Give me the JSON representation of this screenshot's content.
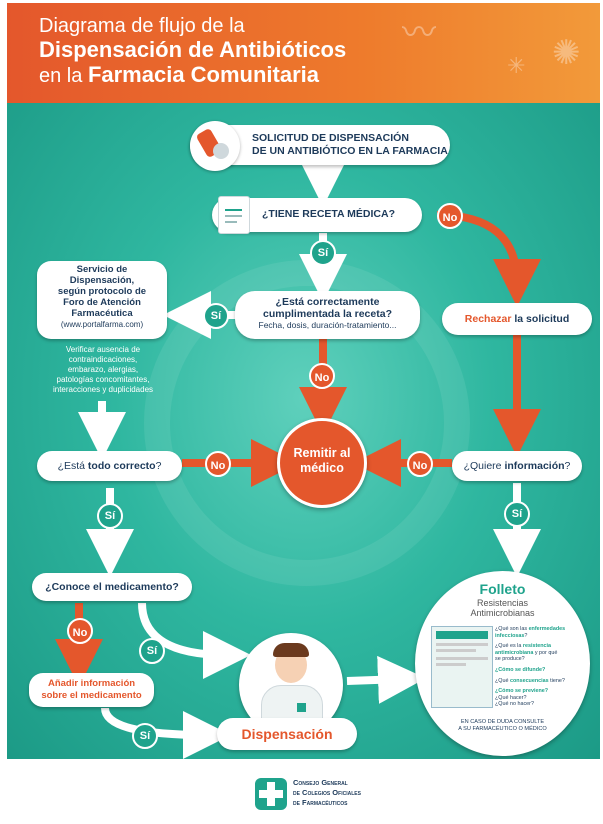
{
  "header": {
    "line1": "Diagrama de flujo de la",
    "line2": "Dispensación de Antibióticos",
    "line3_pre": "en la ",
    "line3_bold": "Farmacia Comunitaria"
  },
  "nodes": {
    "solicitud": [
      "SOLICITUD DE DISPENSACIÓN",
      "DE UN ANTIBIÓTICO EN LA FARMACIA"
    ],
    "receta": "¿TIENE RECETA MÉDICA?",
    "cumplimentada": {
      "line1": "¿Está correctamente",
      "line2": "cumplimentada la receta?",
      "sub": "Fecha, dosis, duración-tratamiento..."
    },
    "servicio": {
      "line1": "Servicio de",
      "line2": "Dispensación,",
      "line3": "según protocolo de",
      "line4": "Foro de Atención",
      "line5": "Farmacéutica",
      "url": "(www.portalfarma.com)"
    },
    "verificar": [
      "Verificar ausencia de",
      "contraindicaciones,",
      "embarazo, alergias,",
      "patologías concomitantes,",
      "interacciones y duplicidades"
    ],
    "rechazar_bold": "Rechazar",
    "rechazar_rest": " la solicitud",
    "todo_pre": "¿Está ",
    "todo_bold": "todo correcto",
    "todo_post": "?",
    "remitir": [
      "Remitir al",
      "médico"
    ],
    "info_pre": "¿Quiere ",
    "info_bold": "información",
    "info_post": "?",
    "conoce": "¿Conoce el medicamento?",
    "anadir": [
      "Añadir información",
      "sobre el medicamento"
    ],
    "dispensacion": "Dispensación"
  },
  "labels": {
    "no": "No",
    "si": "Sí"
  },
  "folleto": {
    "title": "Folleto",
    "subtitle1": "Resistencias",
    "subtitle2": "Antimicrobianas",
    "q1a": "¿Qué son las ",
    "q1b": "enfermedades",
    "q1c": "infecciosas",
    "q1d": "?",
    "q2a": "¿Qué es la ",
    "q2b": "resistencia",
    "q2c": "antimicrobiana",
    "q2d": " y por qué",
    "q2e": "se produce?",
    "q3": "¿Cómo se difunde?",
    "q4a": "¿Qué ",
    "q4b": "consecuencias",
    "q4c": " tiene?",
    "q5": "¿Cómo se previene?",
    "q6": "¿Qué hacer?",
    "q7": "¿Qué no hacer?",
    "footer1": "EN CASO DE DUDA CONSULTE",
    "footer2": "A SU FARMACÉUTICO O MÉDICO"
  },
  "logo": [
    "Consejo General",
    "de Colegios Oficiales",
    "de Farmacéuticos"
  ],
  "colors": {
    "orange": "#e4572c",
    "teal": "#2fb7a0",
    "navy": "#1d3a5a",
    "arrow": "#ffffff"
  }
}
